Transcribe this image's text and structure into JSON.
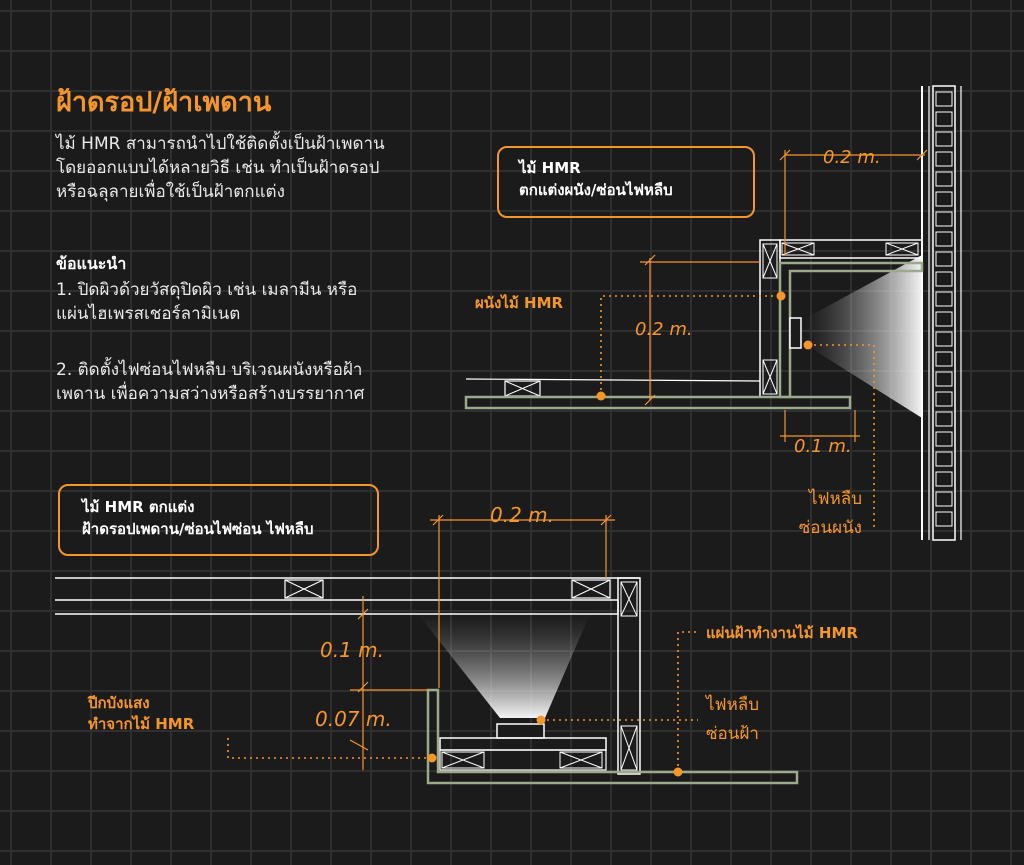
{
  "title": "ฝ้าดรอป/ฝ้าเพดาน",
  "intro": "ไม้ HMR สามารถนำไปใช้ติดตั้งเป็นฝ้าเพดาน โดยออกแบบได้หลายวิธี เช่น ทำเป็นฝ้าดรอป หรือฉลุลายเพื่อใช้เป็นฝ้าตกแต่ง",
  "tips": {
    "heading": "ข้อแนะนำ",
    "item1": "1. ปิดผิวด้วยวัสดุปิดผิว เช่น เมลามีน หรือแผ่นไฮเพรสเชอร์ลามิเนต",
    "item2": "2. ติดตั้งไฟซ่อนไฟหลืบ บริเวณผนังหรือฝ้าเพดาน เพื่อความสว่างหรือสร้างบรรยากาศ"
  },
  "callout_wall": {
    "line1": "ไม้ HMR",
    "line2": "ตกแต่งผนัง/ซ่อนไฟหลืบ"
  },
  "callout_ceiling": {
    "line1": "ไม้ HMR ตกแต่ง",
    "line2": "ฝ้าดรอปเพดาน/ซ่อนไฟซ่อน ไฟหลืบ"
  },
  "diagram_top": {
    "dim_width": "0.2 m.",
    "dim_height": "0.2 m.",
    "dim_gap": "0.1 m.",
    "label_wall": "ผนังไม้ HMR",
    "label_light_line1": "ไฟหลืบ",
    "label_light_line2": "ซ่อนผนัง"
  },
  "diagram_bottom": {
    "dim_width": "0.2 m.",
    "dim_drop": "0.1 m.",
    "dim_lip": "0.07 m.",
    "label_board": "แผ่นฝ้าทำงานไม้ HMR",
    "label_light_line1": "ไฟหลืบ",
    "label_light_line2": "ซ่อนฝ้า",
    "label_shield_line1": "ปีกบังแสง",
    "label_shield_line2": "ทำจากไม้ HMR"
  },
  "colors": {
    "accent": "#f5962a",
    "board": "#9aaa8a",
    "background": "#1b1b1b",
    "grid": "#2f2f2f"
  }
}
